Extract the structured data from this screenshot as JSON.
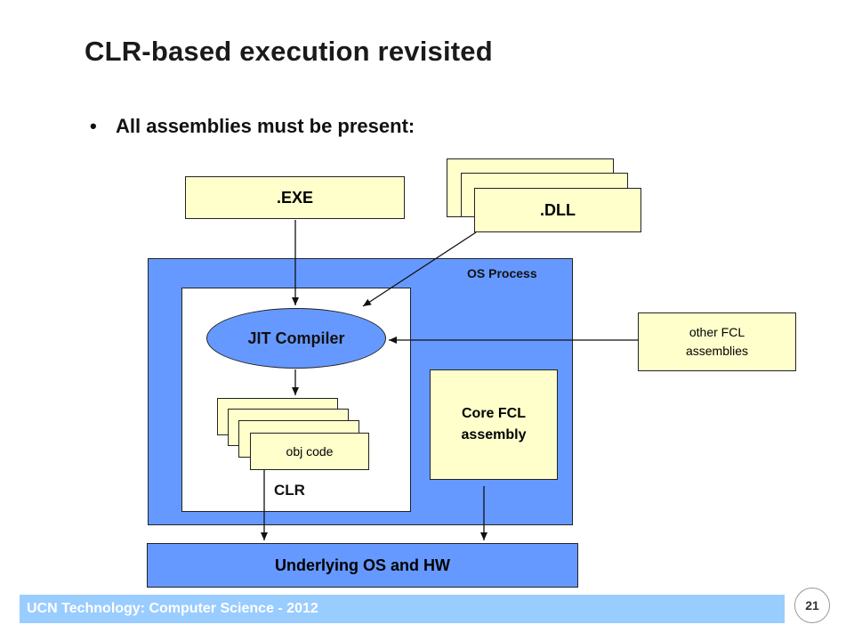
{
  "slide": {
    "title": "CLR-based execution revisited",
    "bullet_marker": "•",
    "bullet": "All assemblies must be present:"
  },
  "diagram": {
    "exe_label": ".EXE",
    "dll_label": ".DLL",
    "os_process_label": "OS Process",
    "jit_label": "JIT Compiler",
    "obj_code_label": "obj code",
    "clr_label": "CLR",
    "core_fcl_label": "Core FCL assembly",
    "other_fcl_label": "other FCL assemblies",
    "underlying_label": "Underlying OS and HW"
  },
  "footer": {
    "text": "UCN Technology: Computer Science - 2012",
    "page_number": "21"
  },
  "colors": {
    "blue_fill": "#6699ff",
    "yellow_fill": "#ffffcc",
    "footer_bar": "#99ccff"
  }
}
